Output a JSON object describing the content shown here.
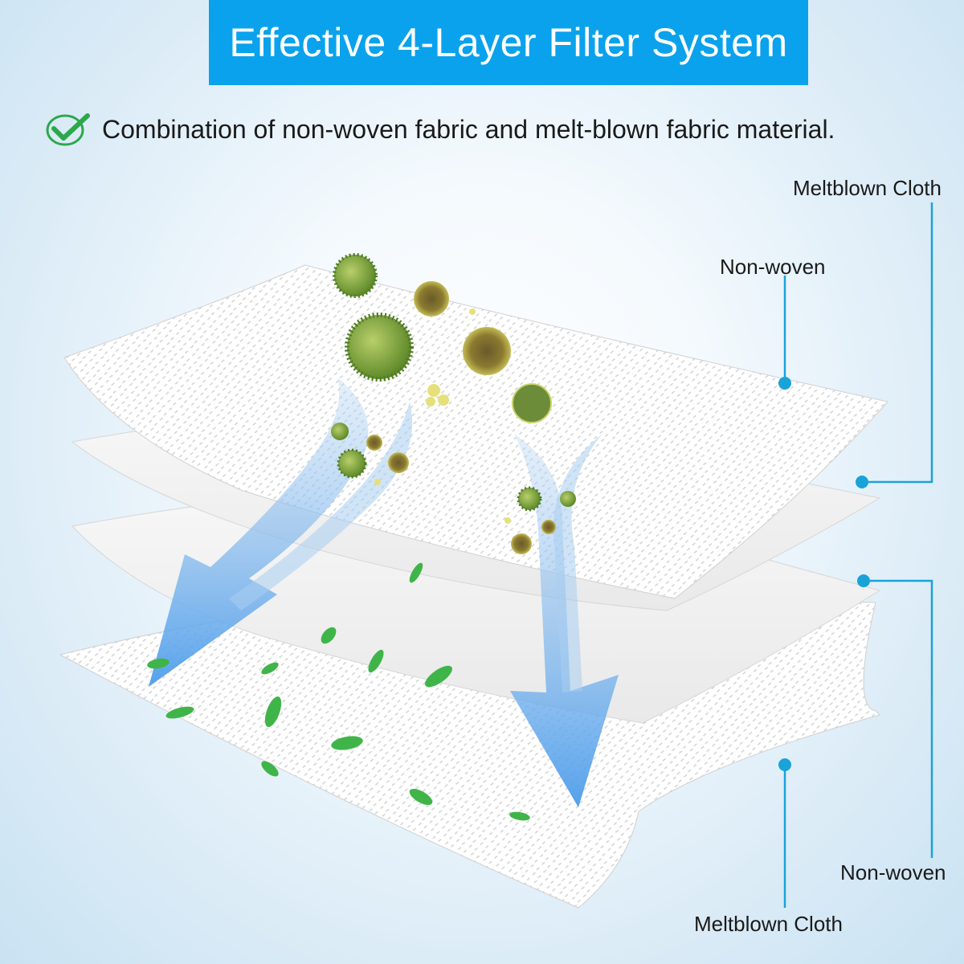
{
  "title": "Effective 4-Layer Filter System",
  "subtitle": "Combination of non-woven fabric and melt-blown fabric material.",
  "icons": {
    "check": "check-circle-icon"
  },
  "colors": {
    "banner": "#0aa2ec",
    "accent": "#1aa3d9",
    "arrow": "#5aa6ec",
    "leaf": "#3fb549"
  },
  "labels": {
    "layer1_top": "Meltblown Cloth",
    "layer2_top": "Non-woven",
    "layer3_bottom": "Non-woven",
    "layer4_bottom": "Meltblown Cloth"
  }
}
